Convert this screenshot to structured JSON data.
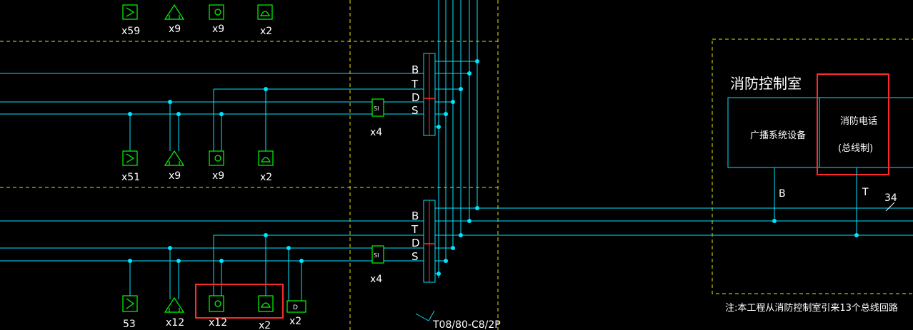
{
  "top_row_counts": [
    "x59",
    "x9",
    "x9",
    "x2"
  ],
  "mid_row_counts": [
    "x51",
    "x9",
    "x9",
    "x2"
  ],
  "bot_row_counts": [
    "53",
    "x12",
    "x12",
    "x2",
    "x2"
  ],
  "si_label": "SI",
  "si_count_mid": "x4",
  "si_count_bot": "x4",
  "d_module_label": "D",
  "bus_letters": [
    "B",
    "T",
    "D",
    "S"
  ],
  "room_title": "消防控制室",
  "broadcast_equipment": "广播系统设备",
  "fire_phone_line1": "消防电话",
  "fire_phone_line2": "(总线制)",
  "bus_b_label": "B",
  "bus_t_label": "T",
  "wire_count": "34",
  "cable_note": "T08/80-C8/2P",
  "footnote": "注:本工程从消防控制室引来13个总线回路",
  "colors": {
    "wire": "#00e5ff",
    "device": "#00ff00",
    "zone": "#e6e600",
    "highlight": "#ff2a2a",
    "text": "#ffffff"
  }
}
